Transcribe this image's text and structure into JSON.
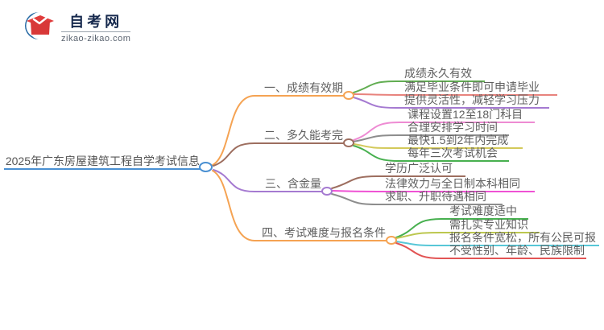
{
  "logo": {
    "name": "自考网",
    "domain": "zikao-zikao.com",
    "icon": "graduation-cap-icon",
    "colors": {
      "cap": "#e03c3c",
      "crescent": "#2a6ca6",
      "text": "#16294d"
    }
  },
  "mindmap": {
    "root": {
      "label": "2025年广东房屋建筑工程自学考试信息",
      "color": "#4a90d2"
    },
    "branches": [
      {
        "label": "一、成绩有效期",
        "color": "#f5a353",
        "children": [
          {
            "label": "成绩永久有效",
            "color": "#61ad51"
          },
          {
            "label": "满足毕业条件即可申请毕业",
            "color": "#e8837d"
          },
          {
            "label": "提供灵活性，减轻学习压力",
            "color": "#a57ad1"
          }
        ]
      },
      {
        "label": "二、多久能考完",
        "color": "#9d6e5f",
        "children": [
          {
            "label": "课程设置12至18门科目",
            "color": "#ee8bd3"
          },
          {
            "label": "合理安排学习时间",
            "color": "#8d8d8d"
          },
          {
            "label": "最快1.5到2年内完成",
            "color": "#d3c95a"
          },
          {
            "label": "每年三次考试机会",
            "color": "#47b04f"
          }
        ]
      },
      {
        "label": "三、含金量",
        "color": "#a57ad1",
        "children": [
          {
            "label": "学历广泛认可",
            "color": "#9d6e5f"
          },
          {
            "label": "法律效力与全日制本科相同",
            "color": "#ef52d4"
          },
          {
            "label": "求职、升职待遇相同",
            "color": "#8d8d8d"
          }
        ]
      },
      {
        "label": "四、考试难度与报名条件",
        "color": "#f5a353",
        "children": [
          {
            "label": "考试难度适中",
            "color": "#47b04f"
          },
          {
            "label": "需扎实专业知识",
            "color": "#bcc74e"
          },
          {
            "label": "报名条件宽松，所有公民可报",
            "color": "#57c7d7"
          },
          {
            "label": "不受性别、年龄、民族限制",
            "color": "#e25454"
          }
        ]
      }
    ]
  }
}
